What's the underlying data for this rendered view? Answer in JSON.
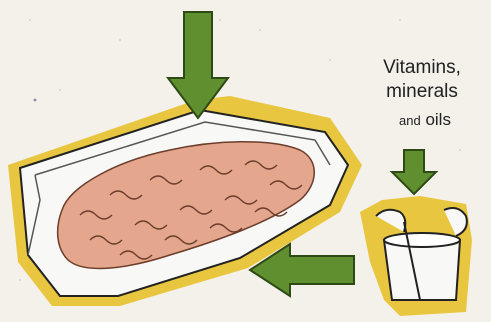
{
  "caption": {
    "line1": "Vitamins,",
    "line2": "minerals",
    "line3_prefix": "and",
    "line3_word": "oils"
  },
  "colors": {
    "arrow_green": "#5f8f2e",
    "arrow_outline": "#2e4a14",
    "halo_yellow": "#e8c640",
    "tray_white": "#f8f8f6",
    "feed_pink": "#e4a68d",
    "feed_brown": "#6b3d2a"
  },
  "icons": {
    "top_arrow": "down-arrow-icon",
    "side_arrow": "left-arrow-icon",
    "small_arrow": "down-arrow-icon",
    "tray": "feed-tray-icon",
    "bucket": "mixing-bucket-icon"
  }
}
